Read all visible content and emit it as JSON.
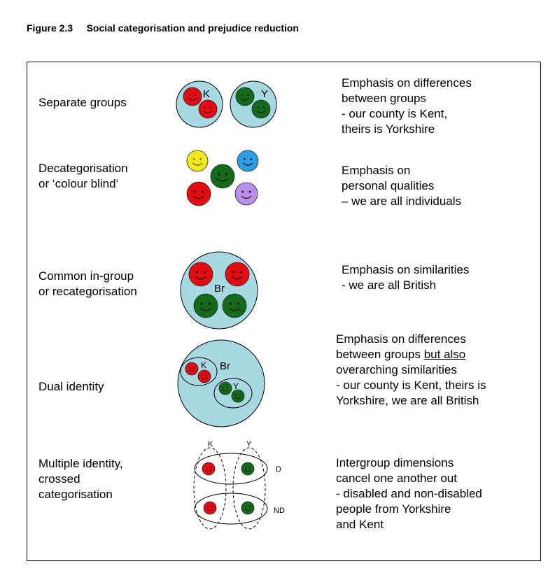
{
  "figure": {
    "title": "Figure 2.3     Social categorisation and prejudice reduction"
  },
  "colors": {
    "panel_fill": "#a8d8e2",
    "red": "#e30c13",
    "green": "#116b1b",
    "yellow": "#f2ea1e",
    "blue": "#2a9fe6",
    "purple": "#b791ec"
  },
  "rows": [
    {
      "label": "Separate groups",
      "symbols": [
        "K",
        "Y"
      ],
      "description": [
        "Emphasis on differences",
        "between groups",
        "- our county is Kent,",
        "theirs is Yorkshire"
      ]
    },
    {
      "label": "Decategorisation\nor ‘colour blind’",
      "description": [
        "Emphasis on",
        "personal qualities",
        "– we are all individuals"
      ]
    },
    {
      "label": "Common in-group\nor recategorisation",
      "symbols": [
        "Br"
      ],
      "description": [
        "Emphasis on similarities",
        "- we are all British"
      ]
    },
    {
      "label": "Dual identity",
      "symbols": [
        "K",
        "Br",
        "Y"
      ],
      "description": [
        "Emphasis on differences",
        "between groups",
        "but also",
        "overarching similarities",
        "- our county is Kent, theirs is",
        "Yorkshire, we are all British"
      ]
    },
    {
      "label": "Multiple identity,\ncrossed\ncategorisation",
      "symbols": [
        "K",
        "Y",
        "D",
        "ND"
      ],
      "description": [
        "Intergroup dimensions",
        "cancel one another out",
        "- disabled and non-disabled",
        "people from Yorkshire",
        "and Kent"
      ]
    }
  ]
}
